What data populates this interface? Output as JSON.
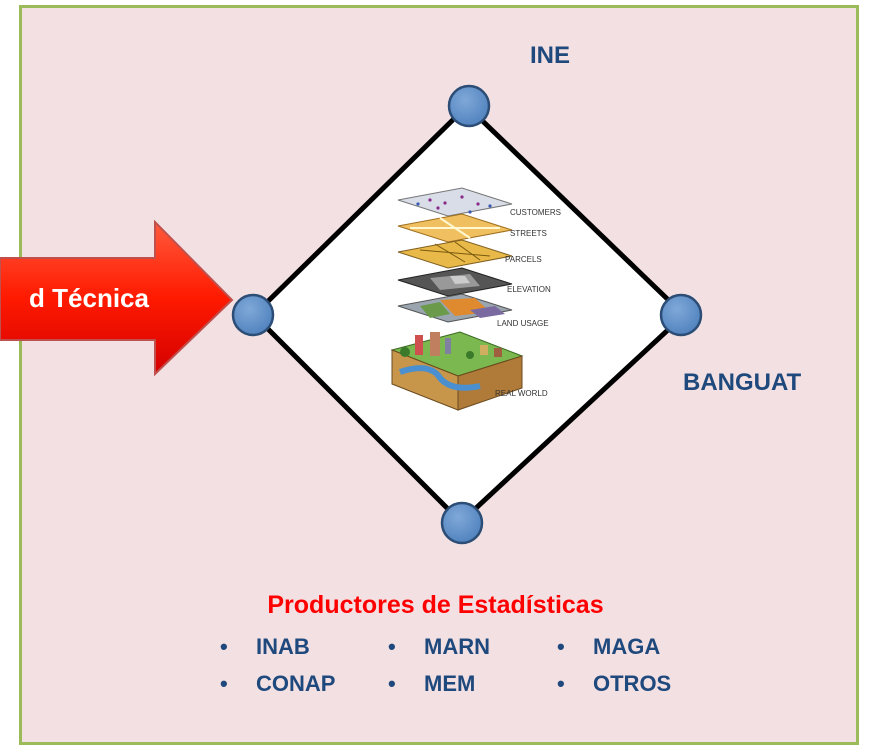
{
  "nodes": {
    "top": "INE",
    "right": "BANGUAT"
  },
  "arrow": {
    "label": "d Técnica"
  },
  "map_layers": [
    "CUSTOMERS",
    "STREETS",
    "PARCELS",
    "ELEVATION",
    "LAND USAGE",
    "REAL WORLD"
  ],
  "producers": {
    "title": "Productores de Estadísticas",
    "items": [
      "INAB",
      "MARN",
      "MAGA",
      "CONAP",
      "MEM",
      "OTROS"
    ]
  },
  "colors": {
    "background": "#f2e0e2",
    "frame_border": "#9bbb59",
    "arrow": "#ff0000",
    "node_fill": "#4f81bd",
    "label_text": "#1f497d",
    "title_red": "#ff0000"
  }
}
